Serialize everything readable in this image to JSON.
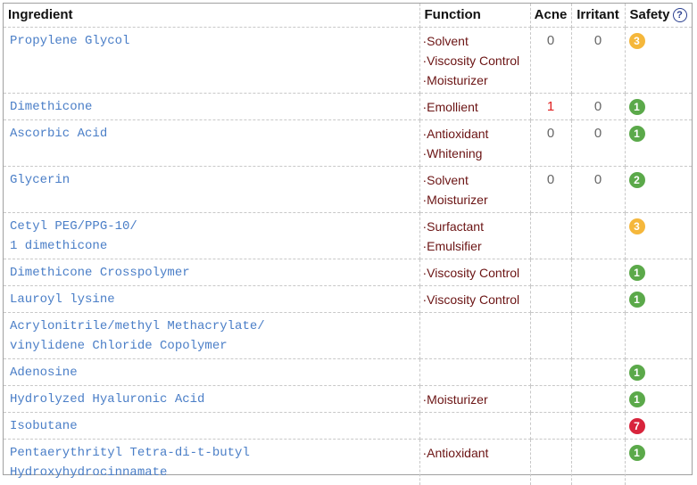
{
  "header": {
    "ingredient": "Ingredient",
    "function": "Function",
    "acne": "Acne",
    "irritant": "Irritant",
    "safety": "Safety",
    "help_icon": "?"
  },
  "badge_colors": {
    "1": "#5ba94a",
    "2": "#5ba94a",
    "3": "#f5b73b",
    "7": "#d8243c"
  },
  "rows": [
    {
      "ingredient": [
        "Propylene Glycol"
      ],
      "functions": [
        "·Solvent",
        "·Viscosity Control",
        "·Moisturizer"
      ],
      "acne": "0",
      "irritant": "0",
      "safety": "3"
    },
    {
      "ingredient": [
        "Dimethicone"
      ],
      "functions": [
        "·Emollient"
      ],
      "acne": "1",
      "irritant": "0",
      "safety": "1"
    },
    {
      "ingredient": [
        "Ascorbic Acid"
      ],
      "functions": [
        "·Antioxidant",
        "·Whitening"
      ],
      "acne": "0",
      "irritant": "0",
      "safety": "1"
    },
    {
      "ingredient": [
        "Glycerin"
      ],
      "functions": [
        "·Solvent",
        "·Moisturizer"
      ],
      "acne": "0",
      "irritant": "0",
      "safety": "2"
    },
    {
      "ingredient": [
        "Cetyl PEG/PPG-10/",
        "1 dimethicone"
      ],
      "functions": [
        "·Surfactant",
        "·Emulsifier"
      ],
      "acne": "",
      "irritant": "",
      "safety": "3"
    },
    {
      "ingredient": [
        "Dimethicone Crosspolymer"
      ],
      "functions": [
        "·Viscosity Control"
      ],
      "acne": "",
      "irritant": "",
      "safety": "1"
    },
    {
      "ingredient": [
        "Lauroyl lysine"
      ],
      "functions": [
        "·Viscosity Control"
      ],
      "acne": "",
      "irritant": "",
      "safety": "1"
    },
    {
      "ingredient": [
        "Acrylonitrile/methyl Methacrylate/",
        "vinylidene Chloride Copolymer"
      ],
      "functions": [],
      "acne": "",
      "irritant": "",
      "safety": ""
    },
    {
      "ingredient": [
        "Adenosine"
      ],
      "functions": [],
      "acne": "",
      "irritant": "",
      "safety": "1"
    },
    {
      "ingredient": [
        "Hydrolyzed Hyaluronic Acid"
      ],
      "functions": [
        "·Moisturizer"
      ],
      "acne": "",
      "irritant": "",
      "safety": "1"
    },
    {
      "ingredient": [
        "Isobutane"
      ],
      "functions": [],
      "acne": "",
      "irritant": "",
      "safety": "7"
    },
    {
      "ingredient": [
        "Pentaerythrityl Tetra-di-t-butyl",
        "Hydroxyhydrocinnamate"
      ],
      "functions": [
        "·Antioxidant"
      ],
      "acne": "",
      "irritant": "",
      "safety": "1"
    }
  ]
}
